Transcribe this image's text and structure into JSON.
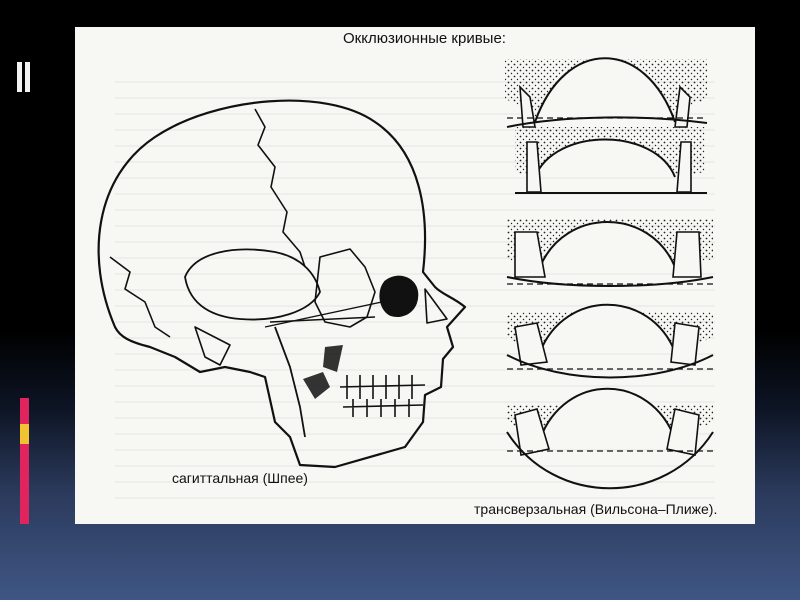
{
  "figure": {
    "title": "Окклюзионные кривые:",
    "caption_sagittal": "сагиттальная (Шпее)",
    "caption_transverse": "трансверзальная (Вильсона–Плиже)."
  },
  "colors": {
    "slide_bg": "#f7f7f4",
    "line": "#111111",
    "accent_pink": "#e0245e",
    "accent_yellow": "#f2c230"
  }
}
